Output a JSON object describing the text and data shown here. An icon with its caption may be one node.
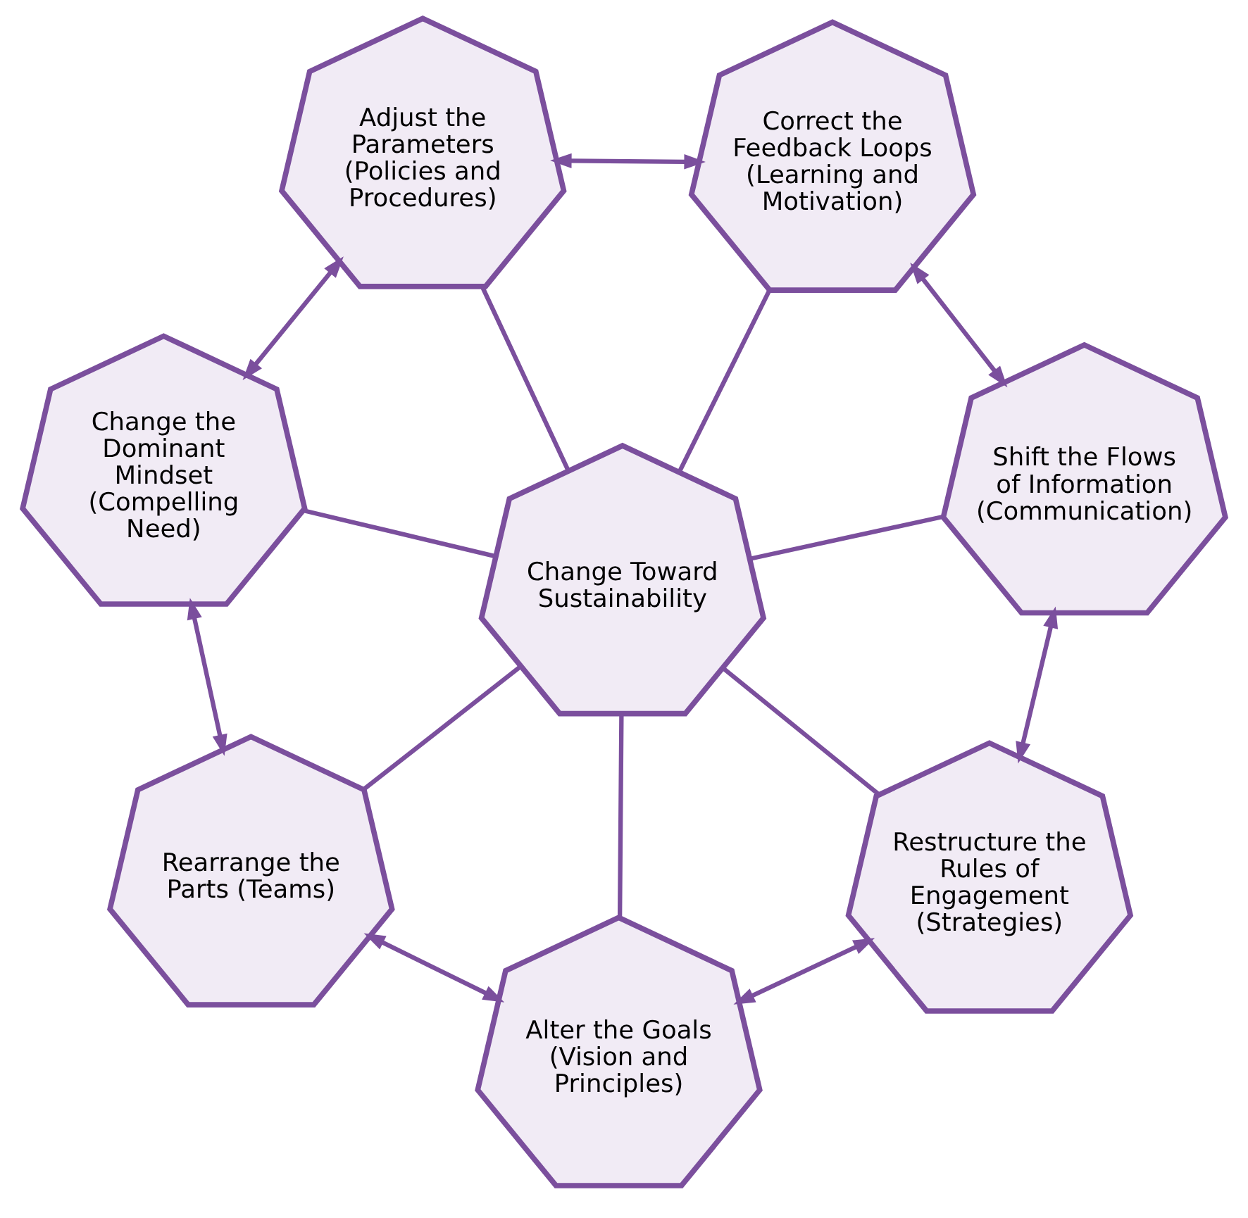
{
  "diagram": {
    "nodes": [
      {
        "text": [
          "Change the Dominant Mindset (Compelling Need)"
        ]
      },
      {
        "text": [
          "Adjust the Parameters (Policies and Procedures)"
        ]
      },
      {
        "text": [
          "Rearrange the Parts (Teams)"
        ]
      },
      {
        "text": [
          "Change Toward Sustainability"
        ]
      },
      {
        "text": [
          "Correct the Feedback Loops (Learning and Motivation)"
        ]
      },
      {
        "text": [
          "Alter the Goals (Vision and Principles)"
        ]
      },
      {
        "text": [
          "Shift the Flows of Information (Communication)"
        ]
      },
      {
        "text": [
          "Restructure the Rules of Engagement (Strategies)"
        ]
      }
    ],
    "edges": [
      {
        "from": 3,
        "to": 0,
        "arrow": "none"
      },
      {
        "from": 3,
        "to": 1,
        "arrow": "none"
      },
      {
        "from": 3,
        "to": 2,
        "arrow": "none"
      },
      {
        "from": 3,
        "to": 4,
        "arrow": "none"
      },
      {
        "from": 3,
        "to": 5,
        "arrow": "none"
      },
      {
        "from": 3,
        "to": 6,
        "arrow": "none"
      },
      {
        "from": 3,
        "to": 7,
        "arrow": "none"
      },
      {
        "from": 0,
        "to": 2,
        "arrow": "both"
      },
      {
        "from": 2,
        "to": 5,
        "arrow": "both"
      },
      {
        "from": 5,
        "to": 7,
        "arrow": "both"
      },
      {
        "from": 7,
        "to": 6,
        "arrow": "both"
      },
      {
        "from": 6,
        "to": 4,
        "arrow": "both"
      },
      {
        "from": 4,
        "to": 1,
        "arrow": "both"
      },
      {
        "from": 1,
        "to": 0,
        "arrow": "both"
      }
    ]
  }
}
